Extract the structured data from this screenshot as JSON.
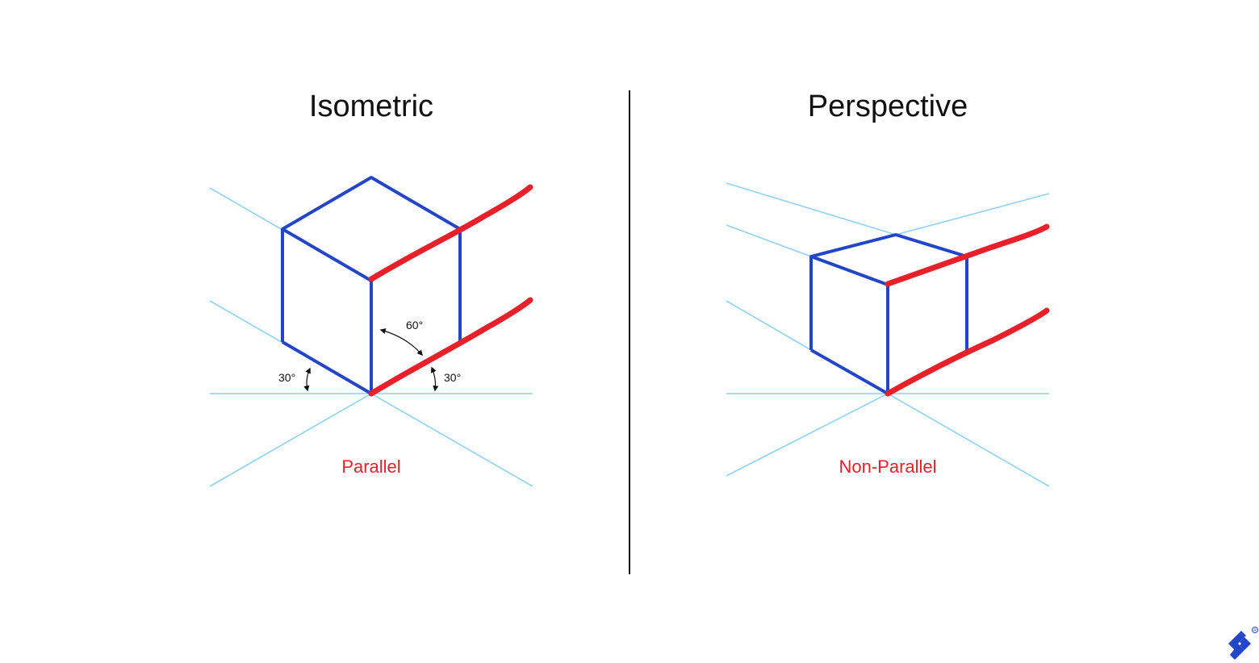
{
  "left_panel": {
    "title": "Isometric",
    "caption": "Parallel",
    "angles": {
      "top": "60°",
      "left": "30°",
      "right": "30°"
    }
  },
  "right_panel": {
    "title": "Perspective",
    "caption": "Non-Parallel"
  },
  "colors": {
    "guide_lines": "#8fd3f4",
    "cube_edges": "#2246c7",
    "highlight_edges": "#e8202a",
    "text": "#111111",
    "divider": "#111111",
    "logo": "#2246c7"
  },
  "icons": {
    "logo": "brand-logo-icon"
  }
}
